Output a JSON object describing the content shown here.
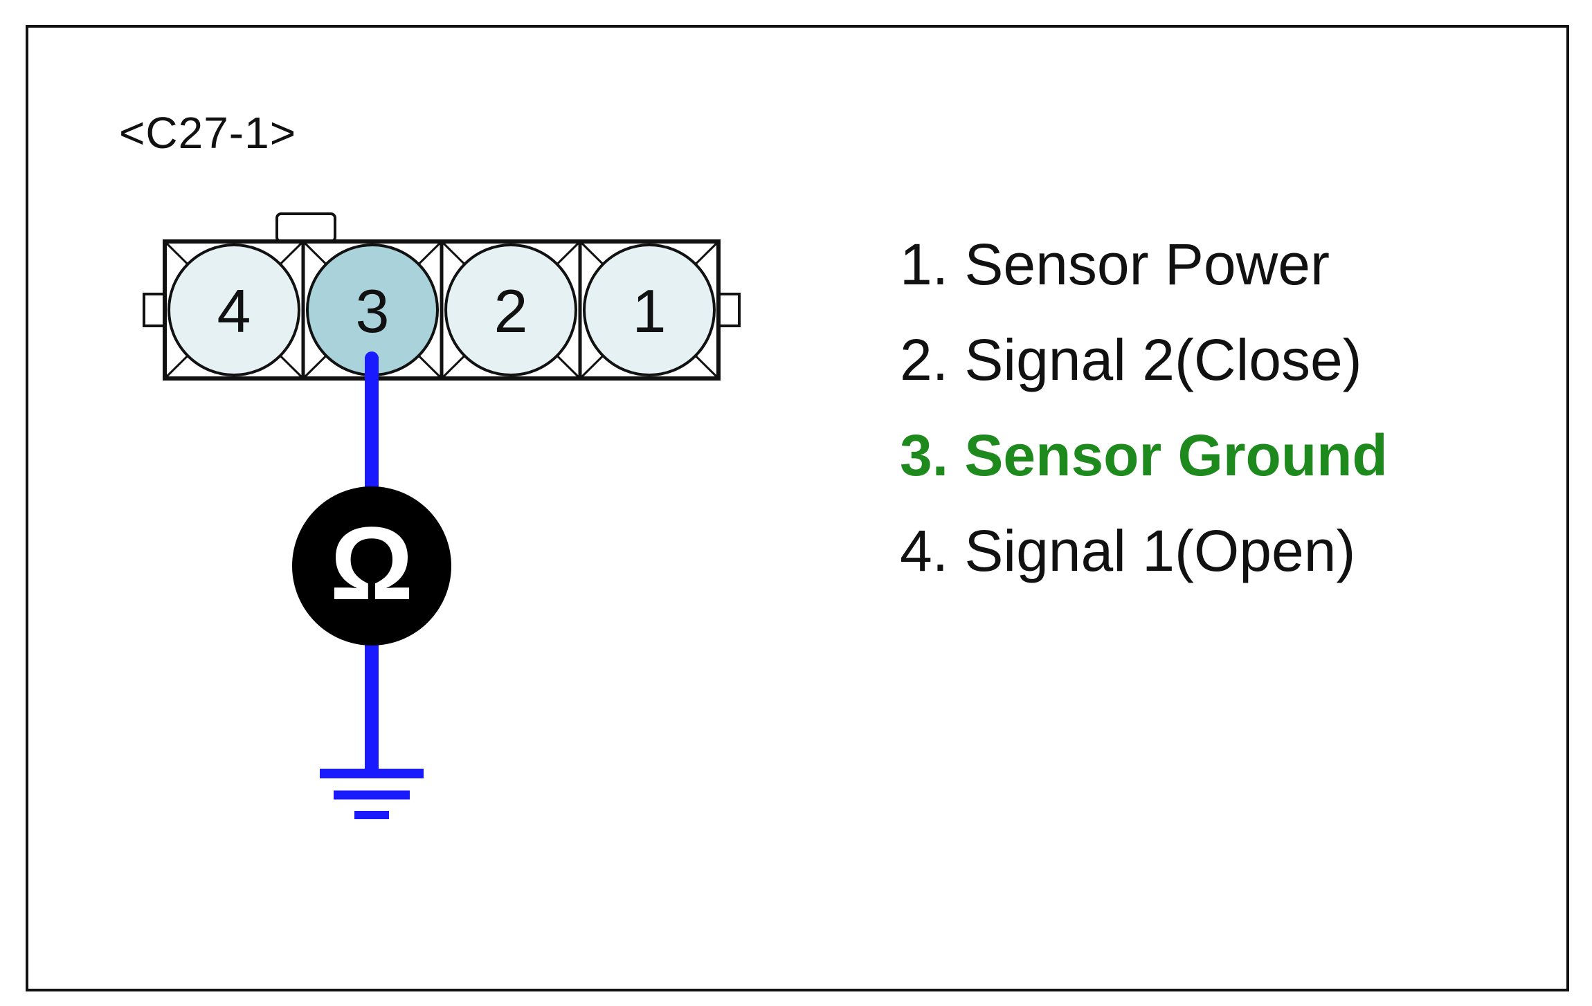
{
  "connector": {
    "label": "<C27-1>",
    "pins": [
      {
        "number": "4",
        "active": false
      },
      {
        "number": "3",
        "active": true
      },
      {
        "number": "2",
        "active": false
      },
      {
        "number": "1",
        "active": false
      }
    ]
  },
  "meter": {
    "icon": "ohm-icon",
    "symbol": "Ω"
  },
  "legend": {
    "items": [
      {
        "text": "1. Sensor Power",
        "highlight": false
      },
      {
        "text": "2. Signal 2(Close)",
        "highlight": false
      },
      {
        "text": "3. Sensor Ground",
        "highlight": true
      },
      {
        "text": "4. Signal 1(Open)",
        "highlight": false
      }
    ]
  },
  "colors": {
    "wire": "#1a1aff",
    "pin_active": "#a9d2db",
    "pin_inactive": "#e6f1f4",
    "highlight_text": "#1e8a1e",
    "text": "#111111",
    "outline": "#111111"
  }
}
